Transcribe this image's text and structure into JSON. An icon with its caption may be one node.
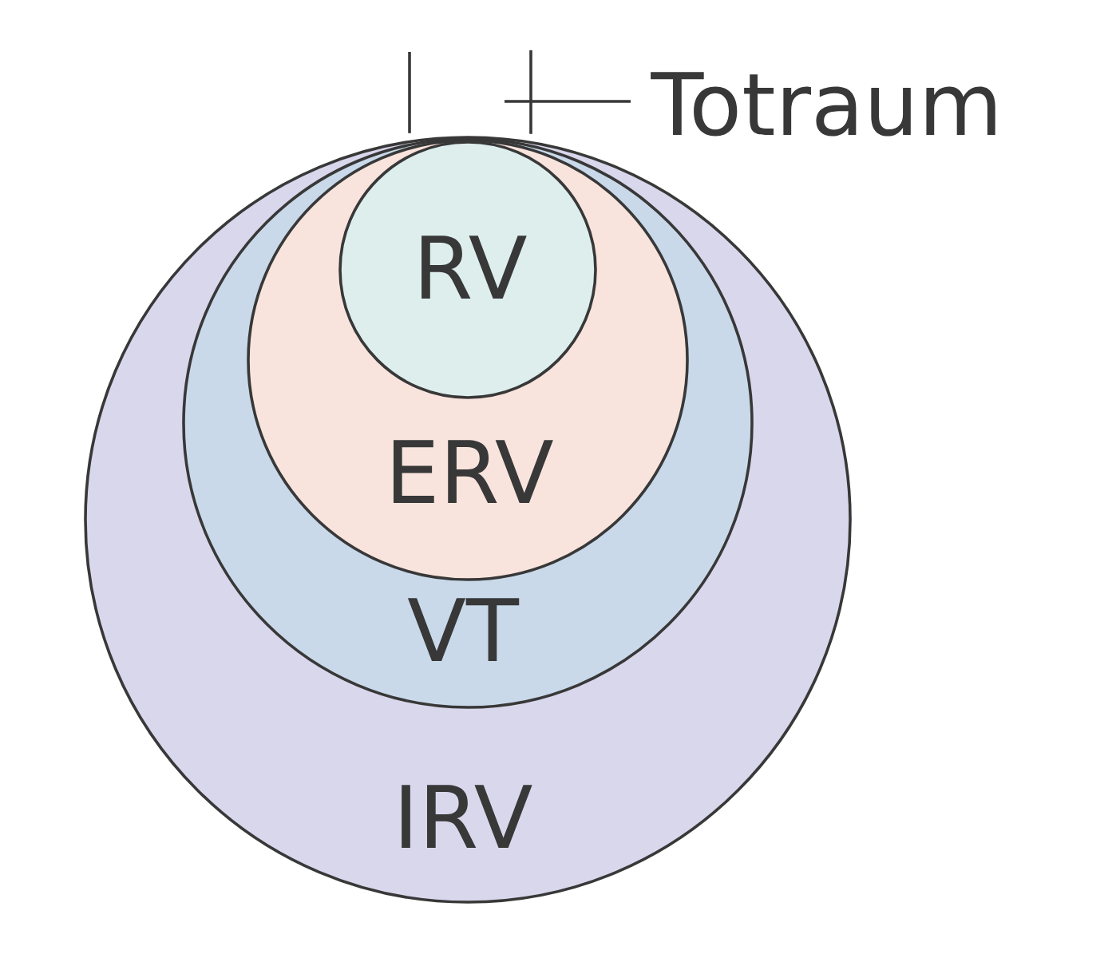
{
  "diagram": {
    "nodes": [
      {
        "text": [
          "IRV"
        ]
      },
      {
        "text": [
          "VT"
        ],
        "in": 0
      },
      {
        "text": [
          "ERV"
        ],
        "in": 1
      },
      {
        "text": [
          "RV"
        ],
        "in": 2
      }
    ],
    "labels": [
      "Totraum"
    ]
  }
}
